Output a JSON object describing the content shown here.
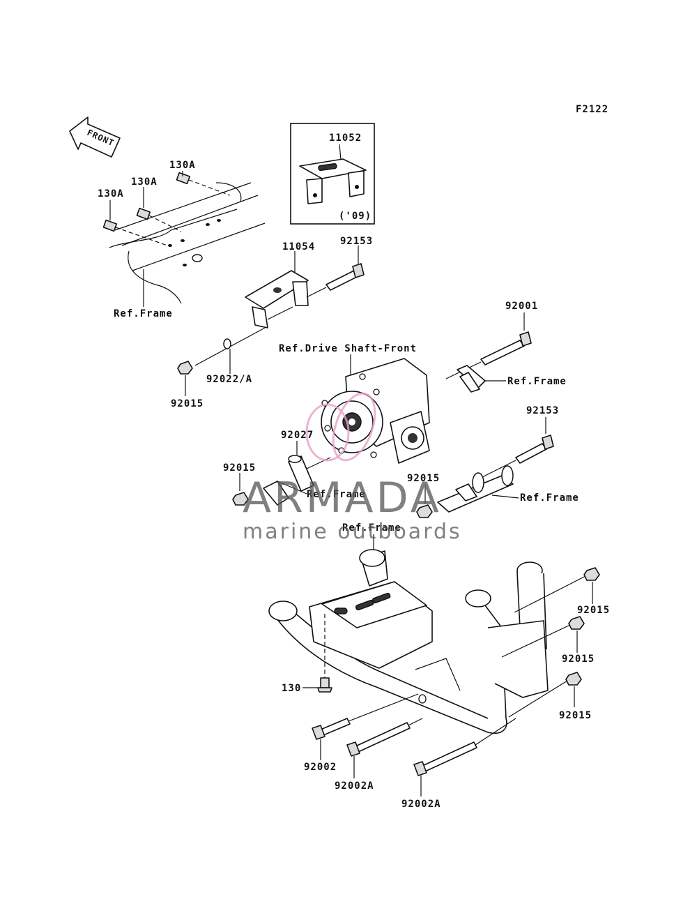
{
  "figure_code": "F2122",
  "front_arrow_text": "FRONT",
  "inset": {
    "part": "11052",
    "year_note": "('09)"
  },
  "labels": {
    "bolt_130a_1": "130A",
    "bolt_130a_2": "130A",
    "bolt_130a_3": "130A",
    "bracket_11054": "11054",
    "bolt_92153_top": "92153",
    "ref_frame_left": "Ref.Frame",
    "bolt_92001": "92001",
    "ref_drive_shaft": "Ref.Drive Shaft-Front",
    "ref_frame_right_upper": "Ref.Frame",
    "washer_92022a": "92022/A",
    "nut_92015_a": "92015",
    "bolt_92153_mid": "92153",
    "collar_92027": "92027",
    "nut_92015_b": "92015",
    "nut_92015_c": "92015",
    "ref_frame_center": "Ref.Frame",
    "ref_frame_right_mid": "Ref.Frame",
    "ref_frame_lower": "Ref.Frame",
    "nut_92015_d": "92015",
    "nut_92015_e": "92015",
    "nut_92015_f": "92015",
    "bolt_130": "130",
    "bolt_92002": "92002",
    "bolt_92002a_1": "92002A",
    "bolt_92002a_2": "92002A"
  },
  "watermark": {
    "brand": "ARMADA",
    "tagline": "marine outboards",
    "accent": "#e8a0c8"
  }
}
